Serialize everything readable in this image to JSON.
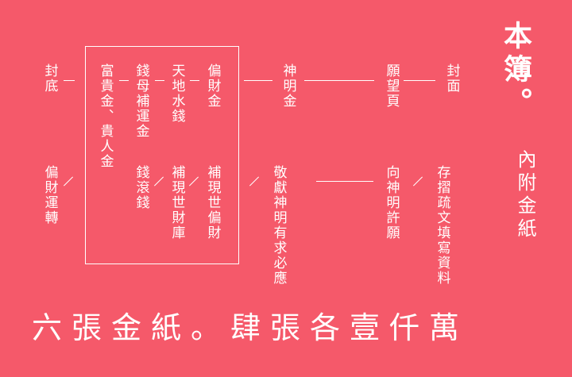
{
  "title": {
    "main": "本簿。",
    "sub": "內附金紙"
  },
  "top_row": {
    "cover": "封面",
    "wish_page": "願望頁",
    "god_gold": "神明金",
    "fortune_gold": "偏財金",
    "land_water": "天地水錢",
    "mother_money": "錢母補運金",
    "wealth_gold": "富貴金、貴人金",
    "back_cover": "封底"
  },
  "bottom_row": {
    "fill_form": "存摺疏文填寫資料",
    "pray_wish": "向神明許願",
    "worship": "敬獻神明有求必應",
    "fortune_supply": "補現世偏財",
    "treasury_supply": "補現世財庫",
    "rolling_money": "錢滾錢",
    "fortune_luck": "偏財運轉"
  },
  "footer": "六張金紙。肆張各壹仟萬"
}
